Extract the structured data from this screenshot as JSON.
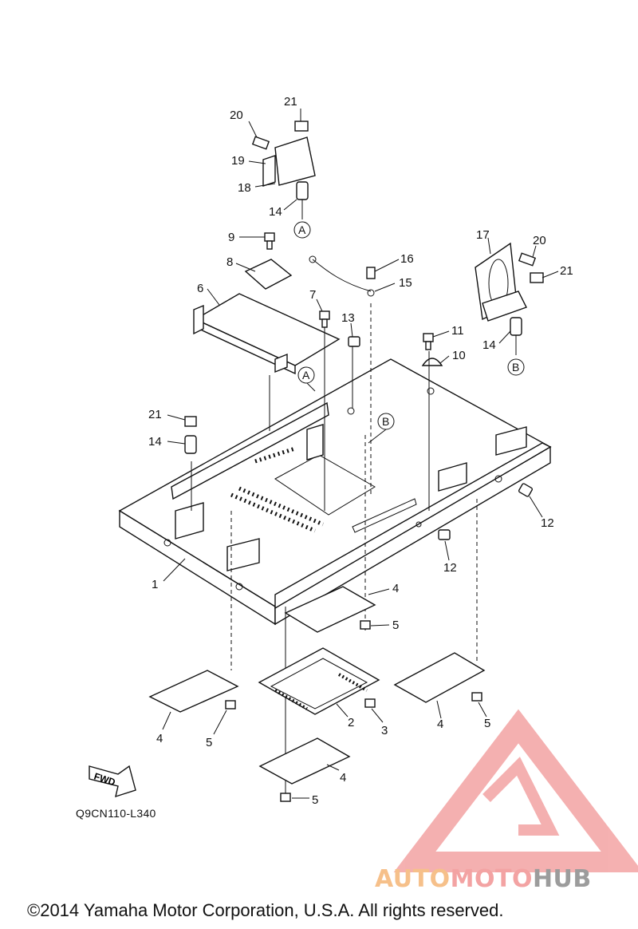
{
  "diagram": {
    "code": "Q9CN110-L340",
    "fwd_label": "FWD",
    "copyright": "©2014 Yamaha Motor Corporation, U.S.A. All rights reserved.",
    "watermark": {
      "part1": "AUTO",
      "part2": "MOTO",
      "part3": "HUB",
      "colors": {
        "triangle": "#f3a3a3",
        "auto": "#f6c08a",
        "hub": "#9c9c9c"
      }
    },
    "callouts": [
      "21",
      "20",
      "19",
      "18",
      "14",
      "9",
      "8",
      "6",
      "7",
      "13",
      "16",
      "15",
      "17",
      "20",
      "21",
      "14",
      "11",
      "10",
      "21",
      "14",
      "1",
      "12",
      "12",
      "4",
      "5",
      "4",
      "5",
      "2",
      "3",
      "4",
      "5",
      "4",
      "5"
    ],
    "reference_markers": [
      "A",
      "B",
      "A",
      "B"
    ]
  }
}
